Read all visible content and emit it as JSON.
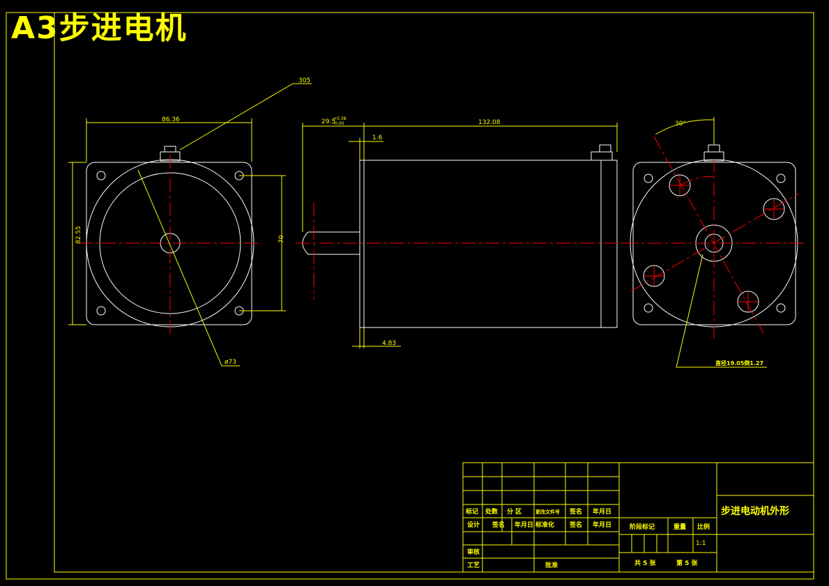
{
  "title": "A3步进电机",
  "colors": {
    "background": "#000000",
    "frame": "#ffff00",
    "outline": "#ffffff",
    "centerline": "#ff0000",
    "text": "#ffff00"
  },
  "dimensions": {
    "lead_305": "305",
    "width_86": "86.36",
    "height_82": "82.55",
    "hole_70": "70",
    "dia_73": "ø73",
    "shaft_len": "29.5",
    "shaft_tol_top": "+0.38",
    "shaft_tol_bot": "-0.00",
    "len_1_6": "1.6",
    "body_len": "132.08",
    "len_4_83": "4.83",
    "angle_30": "30°",
    "hole_note": "直径19.05倒1.27"
  },
  "title_block": {
    "row_header": [
      "标记",
      "处数",
      "分 区",
      "更改文件号",
      "签名",
      "年月日"
    ],
    "row_design": [
      "设计",
      "签名",
      "年月日",
      "标准化",
      "签名",
      "年月日"
    ],
    "row_review": "审核",
    "row_process": "工艺",
    "approve": "批准",
    "stage_mark": "阶段标记",
    "weight": "重量",
    "scale": "比例",
    "scale_value": "1:1",
    "total_sheets": "共 5 张",
    "sheet_no": "第 5 张",
    "drawing_name": "步进电动机外形"
  }
}
